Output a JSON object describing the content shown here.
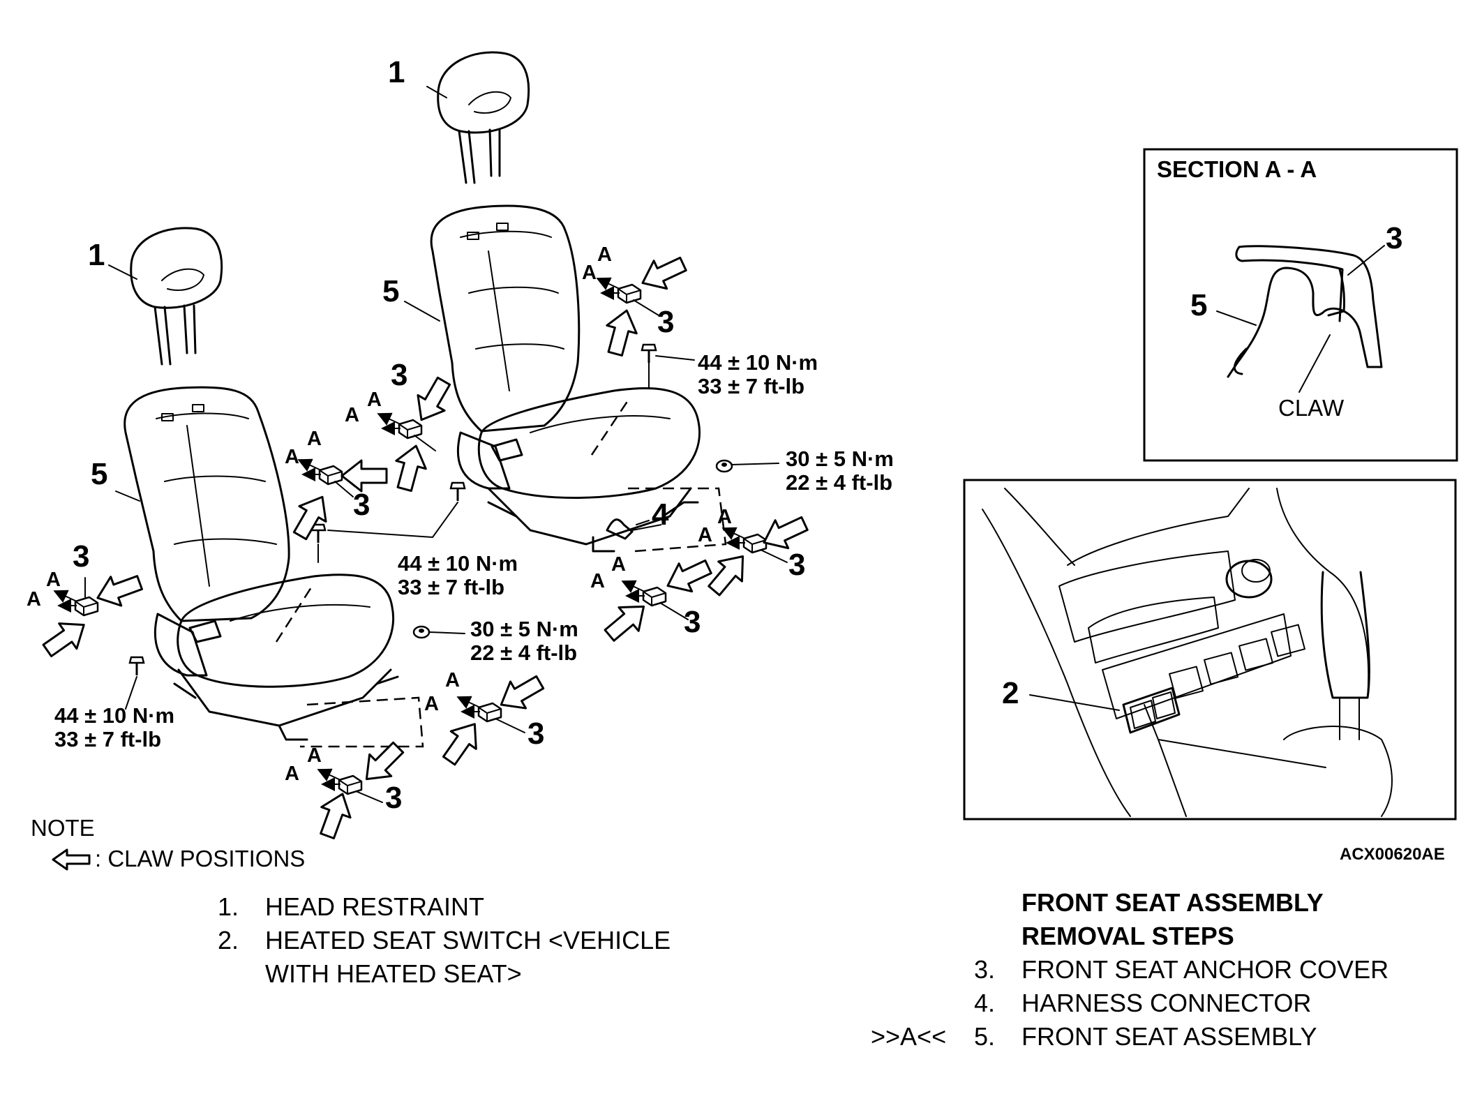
{
  "callouts": {
    "head_restraint_right": "1",
    "head_restraint_left": "1",
    "seat_assembly_right": "5",
    "seat_assembly_left": "5",
    "harness_connector": "4",
    "anchor_cover": "3"
  },
  "claw_letter": "A",
  "torque": {
    "t1_nm": "44 ± 10 N·m",
    "t1_ft": "33 ± 7 ft-lb",
    "t2_nm": "30 ± 5 N·m",
    "t2_ft": "22 ± 4 ft-lb"
  },
  "section_box": {
    "title": "SECTION A - A",
    "callout_3": "3",
    "callout_5": "5",
    "claw_label": "CLAW"
  },
  "switch_box": {
    "callout_2": "2"
  },
  "note": {
    "title": "NOTE",
    "claw_positions": ": CLAW POSITIONS"
  },
  "figure_code": "ACX00620AE",
  "parts_list": [
    {
      "num": "1.",
      "text": "HEAD RESTRAINT"
    },
    {
      "num": "2.",
      "text": "HEATED SEAT SWITCH <VEHICLE"
    },
    {
      "num": "",
      "text": "WITH HEATED SEAT>"
    }
  ],
  "removal": {
    "title_line1": "FRONT SEAT ASSEMBLY",
    "title_line2": "REMOVAL STEPS",
    "steps": [
      {
        "prefix": "",
        "num": "3.",
        "text": "FRONT SEAT ANCHOR COVER"
      },
      {
        "prefix": "",
        "num": "4.",
        "text": "HARNESS CONNECTOR"
      },
      {
        "prefix": ">>A<<",
        "num": "5.",
        "text": "FRONT SEAT ASSEMBLY"
      }
    ]
  }
}
